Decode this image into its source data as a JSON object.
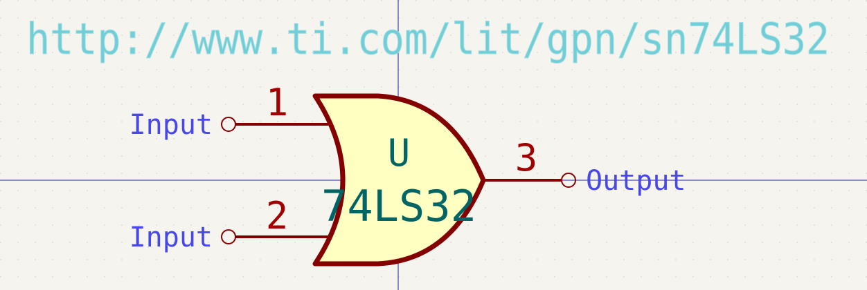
{
  "symbol": {
    "datasheet_url": "http://www.ti.com/lit/gpn/sn74LS32",
    "reference": "U",
    "value": "74LS32",
    "pins": [
      {
        "number": "1",
        "name": "Input"
      },
      {
        "number": "2",
        "name": "Input"
      },
      {
        "number": "3",
        "name": "Output"
      }
    ]
  },
  "colors": {
    "background": "#f5f4ef",
    "body_fill": "#ffffc2",
    "body_outline": "#840000",
    "pin_line": "#840000",
    "pin_number": "#a00000",
    "pin_name": "#4848e8",
    "reference_text": "#006464",
    "datasheet_text": "#72ced6",
    "crosshair": "#2020a0"
  }
}
